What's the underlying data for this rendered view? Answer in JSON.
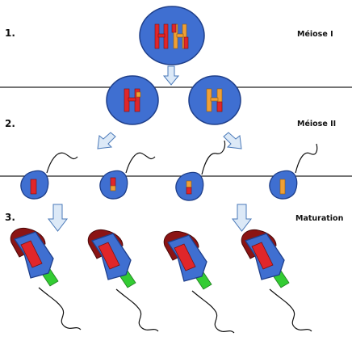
{
  "stages": [
    {
      "number": "1.",
      "phase": "Méiose I"
    },
    {
      "number": "2.",
      "phase": "Méiose II"
    },
    {
      "number": "3.",
      "phase": "Maturation"
    }
  ],
  "colors": {
    "cell_blue": "#3f6fd1",
    "cell_outline": "#1f3f8a",
    "chromatid_red": "#e0262a",
    "chromatid_orange": "#f0a035",
    "arrow_fill": "#dce9f7",
    "arrow_stroke": "#4a79b8",
    "acrosome_red": "#8b1414",
    "midpiece_green": "#33cc33"
  }
}
